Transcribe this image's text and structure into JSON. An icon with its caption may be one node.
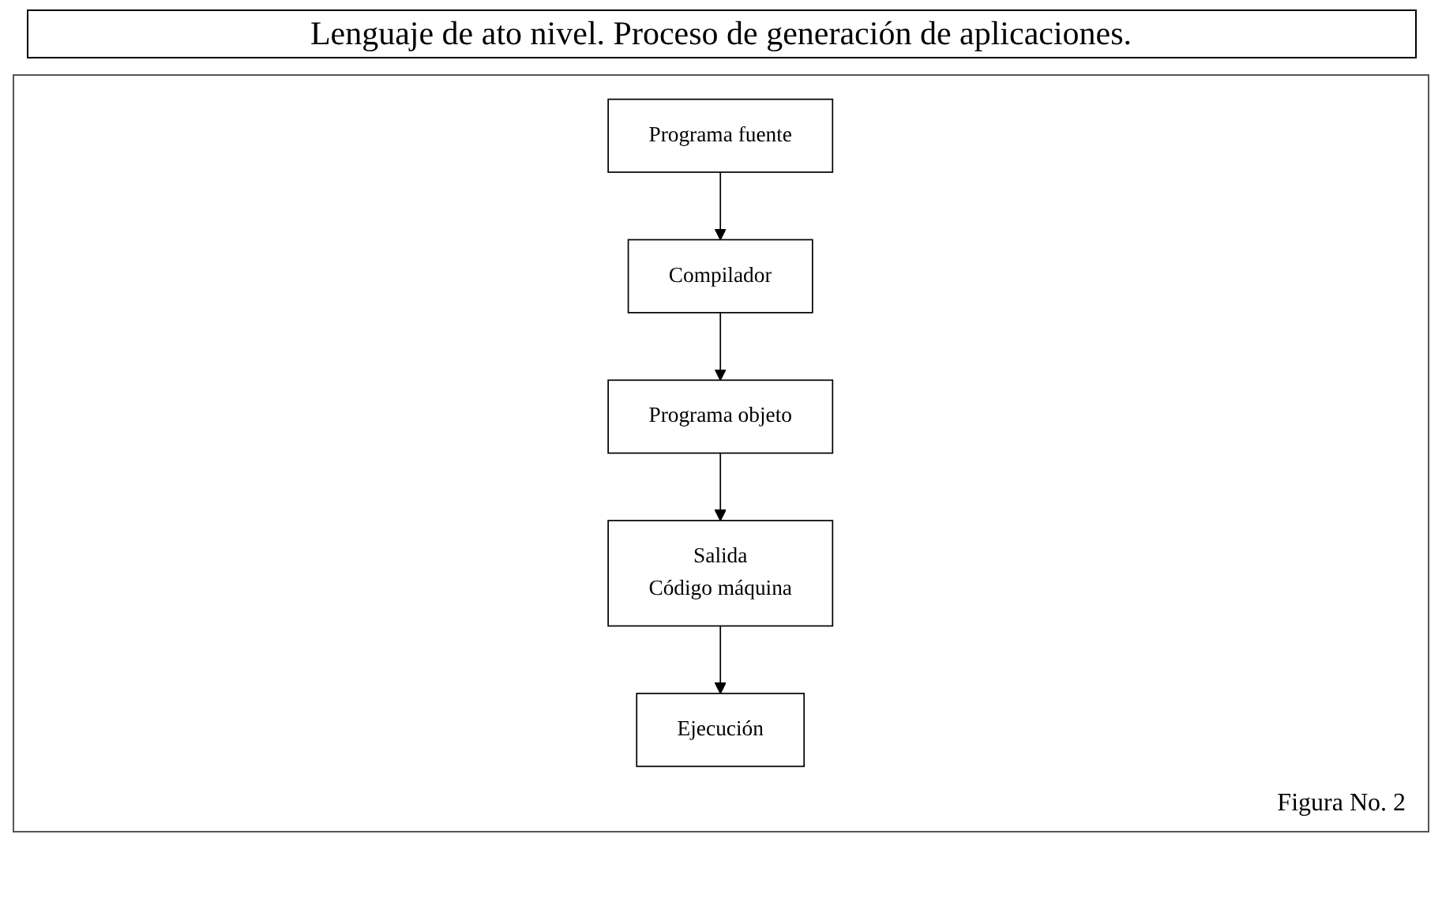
{
  "diagram": {
    "title": "Lenguaje de ato nivel. Proceso de generación de aplicaciones.",
    "caption": "Figura No. 2",
    "nodes": [
      {
        "text": [
          "Programa fuente"
        ]
      },
      {
        "text": [
          "Compilador"
        ]
      },
      {
        "text": [
          "Programa objeto"
        ]
      },
      {
        "text": [
          "Salida",
          "Código máquina"
        ]
      },
      {
        "text": [
          "Ejecución"
        ]
      }
    ],
    "edges": [
      {
        "from": 0,
        "to": 1,
        "arrow": "to"
      },
      {
        "from": 1,
        "to": 2,
        "arrow": "to"
      },
      {
        "from": 2,
        "to": 3,
        "arrow": "to"
      },
      {
        "from": 3,
        "to": 4,
        "arrow": "to"
      }
    ]
  }
}
